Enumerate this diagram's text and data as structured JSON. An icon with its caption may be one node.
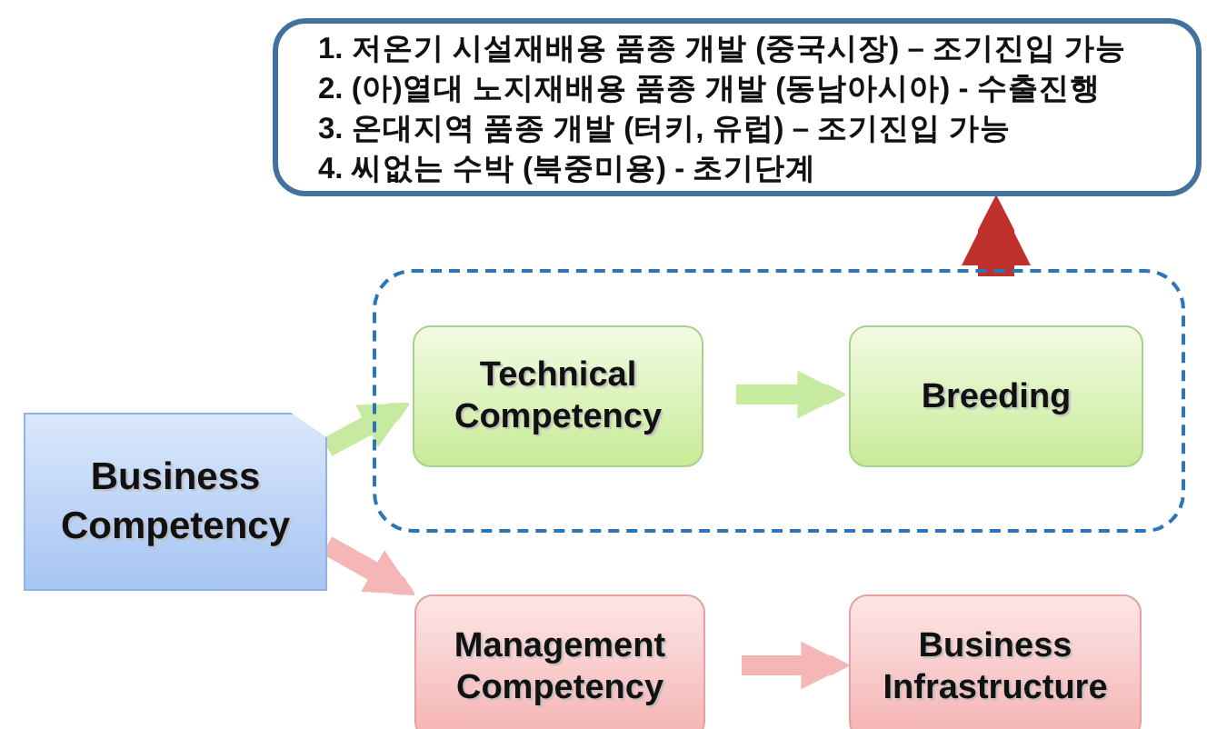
{
  "diagram": {
    "nodes": [
      {
        "text": [
          "1. 저온기 시설재배용 품종 개발 (중국시장) – 조기진입 가능",
          "2. (아)열대 노지재배용 품종 개발 (동남아시아) - 수출진행",
          "3. 온대지역 품종 개발 (터키, 유럽) – 조기진입 가능",
          "4. 씨없는 수박 (북중미용) - 초기단계"
        ]
      },
      {
        "text": [],
        "shape": "box"
      },
      {
        "text": [
          "Technical Competency"
        ],
        "in": 1
      },
      {
        "text": [
          "Breeding"
        ],
        "in": 1
      },
      {
        "text": [
          "Business Competency"
        ]
      },
      {
        "text": [
          "Management Competency"
        ]
      },
      {
        "text": [
          "Business Infrastructure"
        ]
      }
    ],
    "edges": [
      {
        "from": 4,
        "to": 2,
        "arrow": "to",
        "color": "#c6eaa0"
      },
      {
        "from": 2,
        "to": 3,
        "arrow": "to",
        "color": "#c6eaa0"
      },
      {
        "from": 4,
        "to": 5,
        "arrow": "to",
        "color": "#f4b6b6"
      },
      {
        "from": 5,
        "to": 6,
        "arrow": "to",
        "color": "#f4b6b6"
      },
      {
        "from": 1,
        "to": 0,
        "arrow": "to",
        "style": "thick",
        "color": "#c0302c"
      }
    ]
  }
}
